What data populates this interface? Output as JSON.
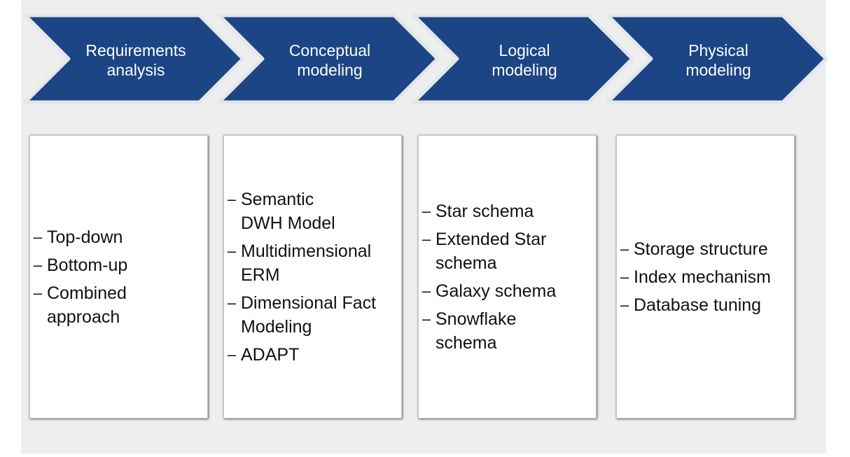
{
  "colors": {
    "chevron_fill": "#1b4584",
    "chevron_outline": "#e3e6ea",
    "panel_bg": "#eeeeee"
  },
  "stages": [
    {
      "title": "Requirements\nanalysis",
      "items": [
        "Top-down",
        "Bottom-up",
        "Combined\napproach"
      ]
    },
    {
      "title": "Conceptual\nmodeling",
      "items": [
        "Semantic\nDWH Model",
        "Multidimensional\nERM",
        "Dimensional Fact\nModeling",
        "ADAPT"
      ]
    },
    {
      "title": "Logical\nmodeling",
      "items": [
        "Star schema",
        "Extended Star\nschema",
        "Galaxy schema",
        "Snowflake\nschema"
      ]
    },
    {
      "title": "Physical\nmodeling",
      "items": [
        "Storage structure",
        "Index mechanism",
        "Database tuning"
      ]
    }
  ],
  "bullet_symbol": "–"
}
